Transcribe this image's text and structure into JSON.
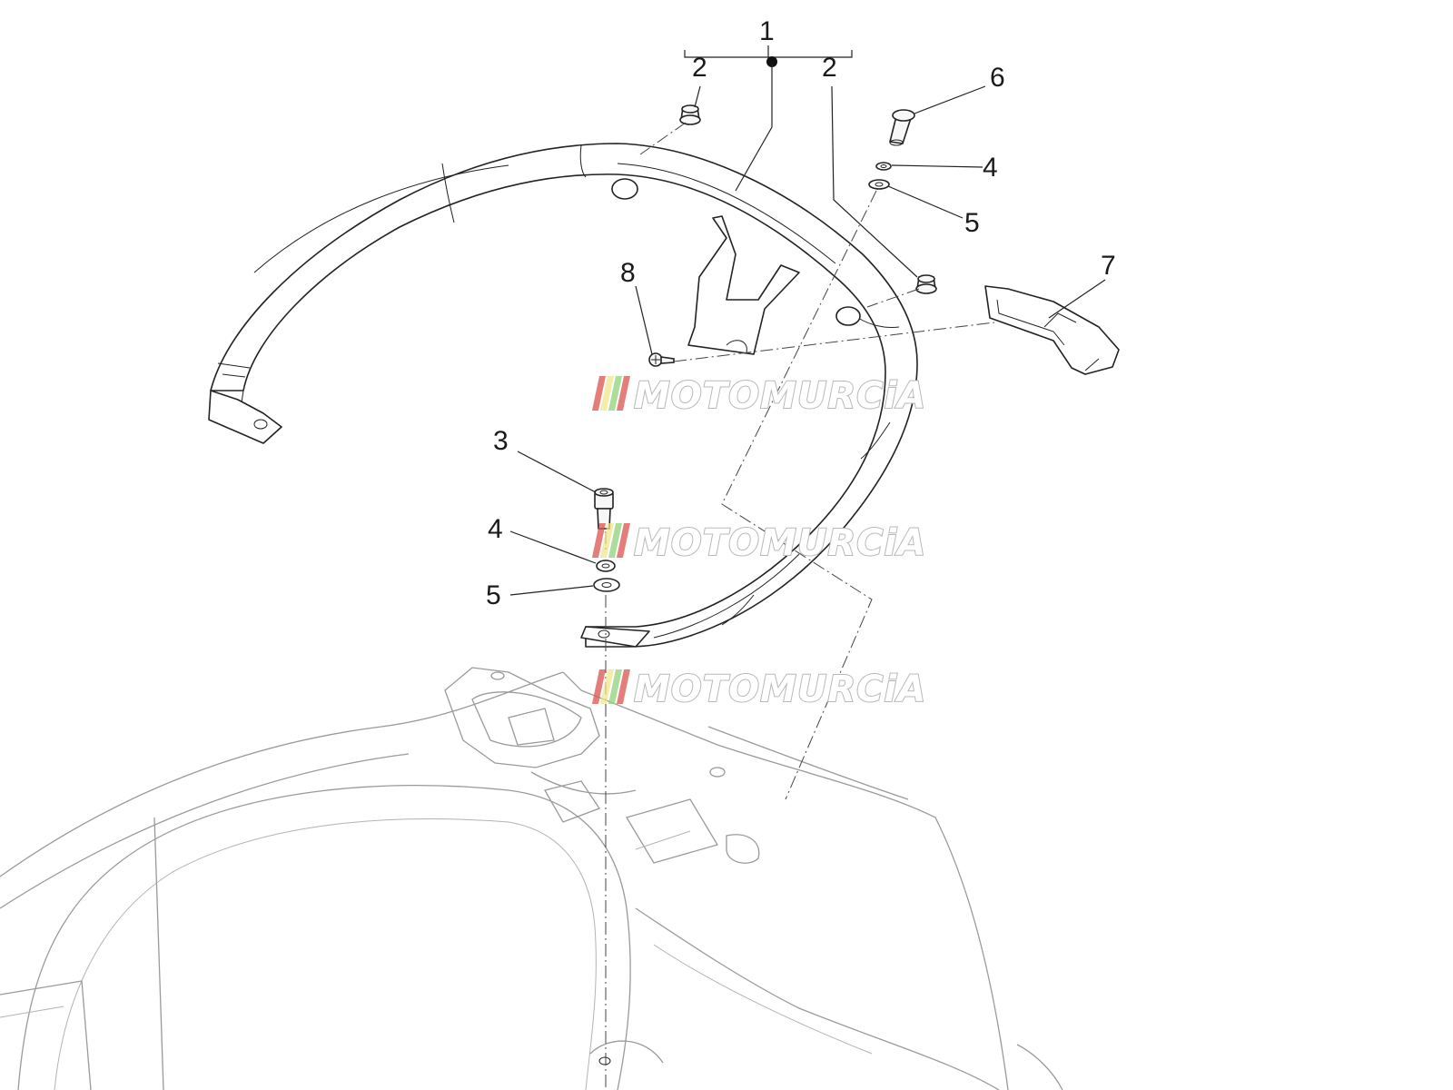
{
  "callouts": {
    "c1": "1",
    "c2a": "2",
    "c2b": "2",
    "c3": "3",
    "c4a": "4",
    "c4b": "4",
    "c5a": "5",
    "c5b": "5",
    "c6": "6",
    "c7": "7",
    "c8": "8"
  },
  "watermark": {
    "text": "MOTOMURCiA",
    "stripe_colors": [
      "#d9534f",
      "#f0e68c",
      "#8fd17a",
      "#d9534f"
    ]
  }
}
